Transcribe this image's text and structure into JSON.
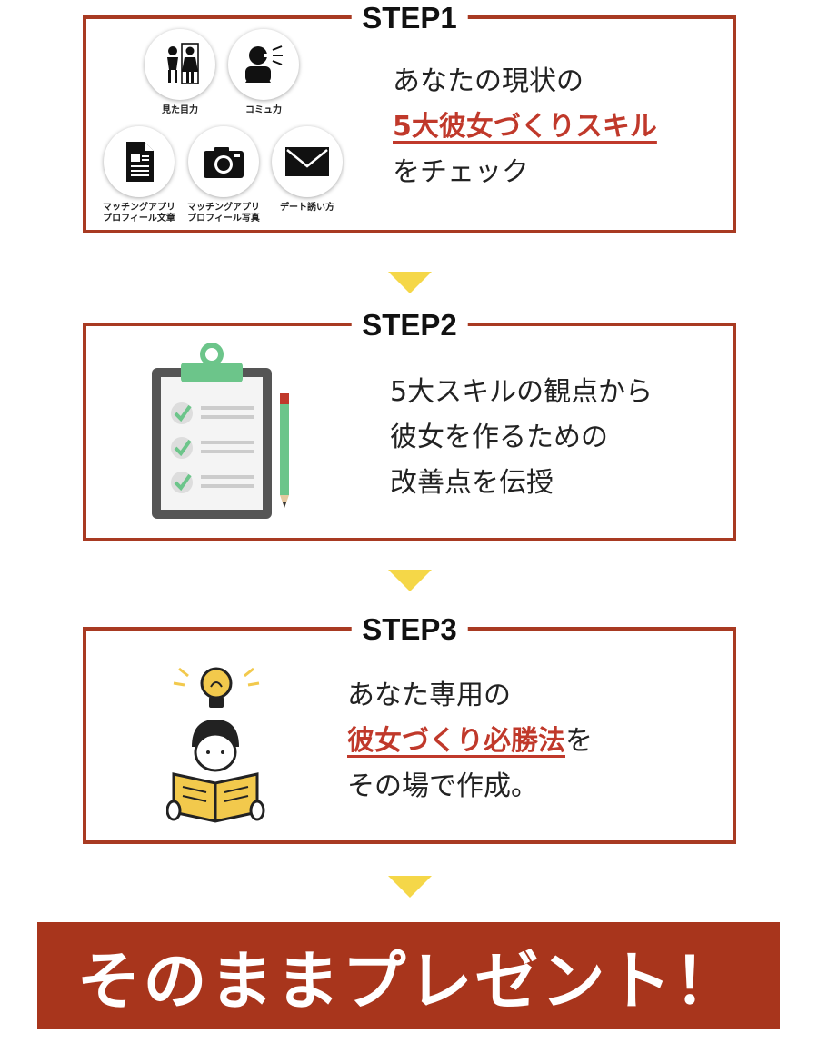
{
  "steps": [
    {
      "label": "STEP1",
      "skills": [
        {
          "caption": [
            "見た目力"
          ],
          "icon": "couple-mirror-icon"
        },
        {
          "caption": [
            "コミュ力"
          ],
          "icon": "speaking-person-icon"
        },
        {
          "caption": [
            "マッチングアプリ",
            "プロフィール文章"
          ],
          "icon": "document-icon"
        },
        {
          "caption": [
            "マッチングアプリ",
            "プロフィール写真"
          ],
          "icon": "camera-icon"
        },
        {
          "caption": [
            "デート誘い方"
          ],
          "icon": "mail-envelope-icon"
        }
      ],
      "lines": [
        {
          "text": "あなたの現状の"
        },
        {
          "highlight": "5大彼女づくりスキル"
        },
        {
          "text": "をチェック"
        }
      ]
    },
    {
      "label": "STEP2",
      "illustration": "clipboard-checklist-icon",
      "lines": [
        {
          "text": "5大スキルの観点から"
        },
        {
          "text": "彼女を作るための"
        },
        {
          "text": "改善点を伝授"
        }
      ]
    },
    {
      "label": "STEP3",
      "illustration": "idea-reading-person-icon",
      "lines": [
        {
          "text": "あなた専用の"
        },
        {
          "highlight": "彼女づくり必勝法",
          "suffix": "を"
        },
        {
          "text": "その場で作成。"
        }
      ]
    }
  ],
  "cta": {
    "text": "そのままプレゼント！"
  },
  "colors": {
    "frame": "#a83a22",
    "accent": "#c0392b",
    "arrow": "#f5d748",
    "cta_background": "#a8351c",
    "cta_text": "#ffffff"
  }
}
